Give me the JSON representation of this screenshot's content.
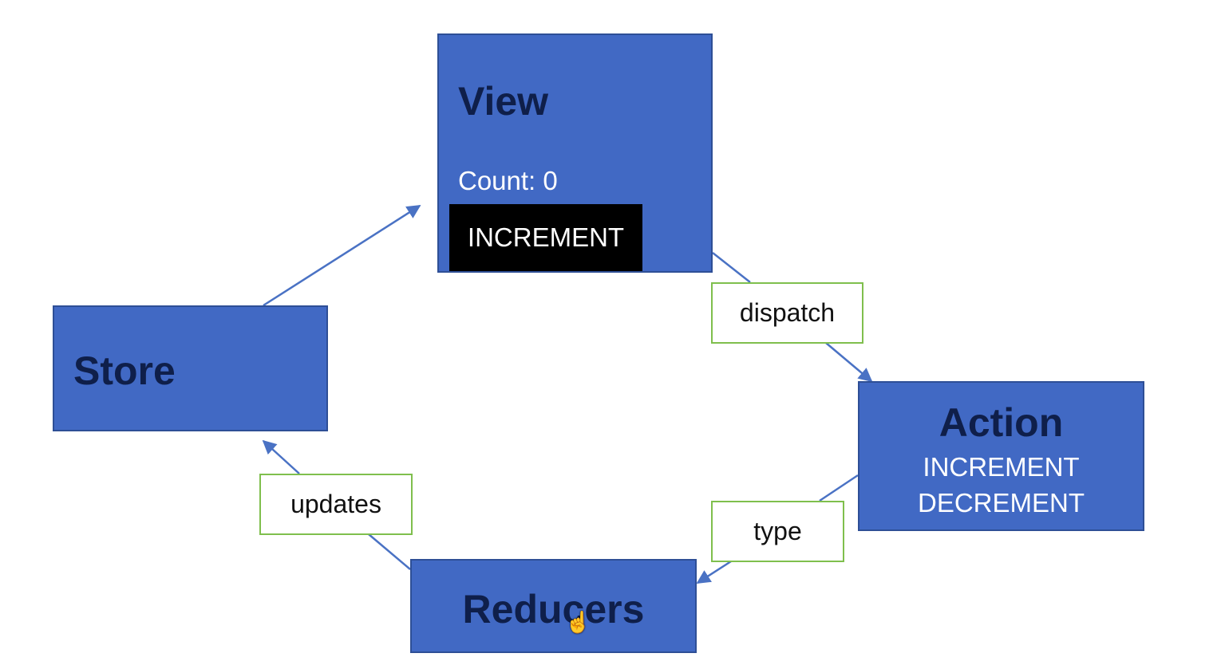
{
  "nodes": {
    "view": {
      "title": "View",
      "count_text": "Count: 0",
      "button_label": "INCREMENT"
    },
    "store": {
      "title": "Store"
    },
    "action": {
      "title": "Action",
      "types": [
        "INCREMENT",
        "DECREMENT"
      ]
    },
    "reducers": {
      "title": "Reducers"
    }
  },
  "edges": {
    "dispatch": "dispatch",
    "type": "type",
    "updates": "updates"
  },
  "colors": {
    "box_fill": "#4169c4",
    "box_border": "#2e4f96",
    "title_text": "#0f1f4a",
    "label_border": "#7fbf4d",
    "arrow": "#4a72c4",
    "button_fill": "#000000"
  },
  "icons": {
    "cursor": "hand-pointer-icon"
  }
}
